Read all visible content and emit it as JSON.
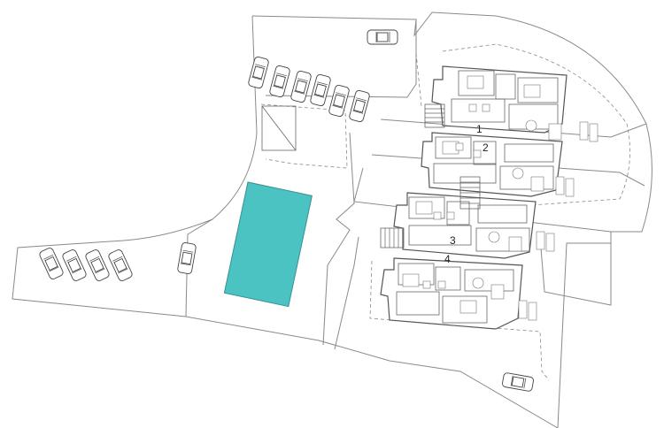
{
  "units": [
    {
      "label": "1"
    },
    {
      "label": "2"
    },
    {
      "label": "3"
    },
    {
      "label": "4"
    }
  ],
  "colors": {
    "pool": "#4cc3c3",
    "lines": "#8a8a8a",
    "walls": "#555555"
  },
  "icons": [
    "car-icon",
    "stairs-icon",
    "bed-icon",
    "table-icon",
    "sunbed-icon"
  ]
}
